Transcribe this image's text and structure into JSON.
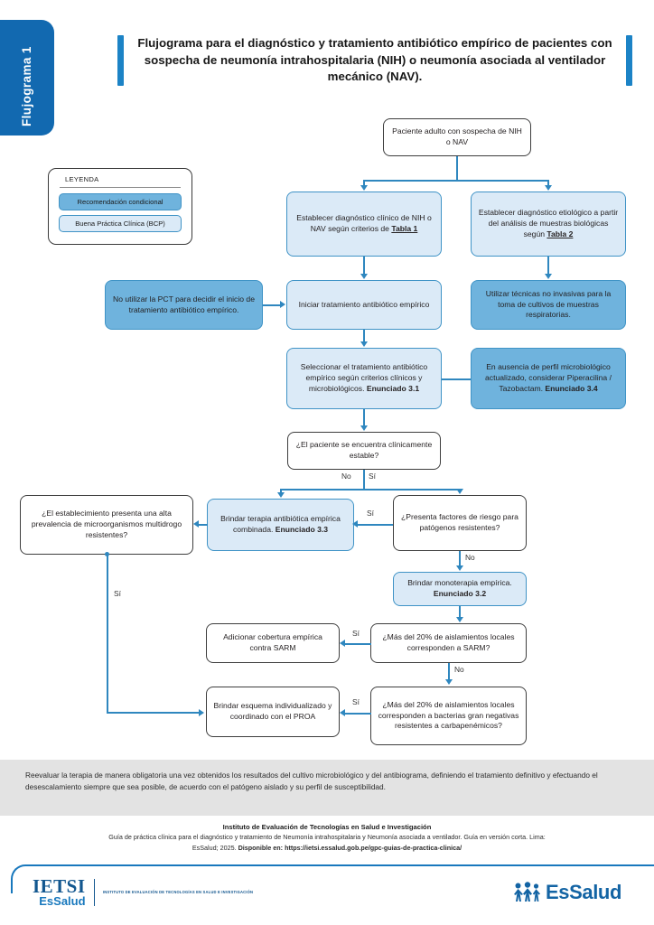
{
  "header": {
    "side_tab": "Flujograma 1",
    "title": "Flujograma para el diagnóstico y tratamiento antibiótico empírico de pacientes con sospecha de neumonía intrahospitalaria (NIH) o neumonía asociada al ventilador mecánico (NAV)."
  },
  "legend": {
    "title": "LEYENDA",
    "items": [
      {
        "label": "Recomendación condicional",
        "color": "#6fb3dd"
      },
      {
        "label": "Buena Práctica Clínica (BCP)",
        "color": "#dbeaf7"
      }
    ]
  },
  "flow": {
    "n01": "Paciente adulto con sospecha de NIH o NAV",
    "n02_a": "Establecer diagnóstico clínico de NIH o NAV según criterios de ",
    "n02_b": "Tabla 1",
    "n03_a": "Establecer diagnóstico etiológico a partir del análisis de muestras biológicas según ",
    "n03_b": "Tabla 2",
    "n04": "No utilizar la PCT para decidir el inicio de tratamiento antibiótico empírico.",
    "n05": "Iniciar tratamiento antibiótico empírico",
    "n06": "Utilizar técnicas no invasivas para la toma de cultivos de muestras respiratorias.",
    "n07_a": "Seleccionar el tratamiento antibiótico empírico según criterios clínicos y microbiológicos. ",
    "n07_b": "Enunciado 3.1",
    "n08_a": "En ausencia de perfil microbiológico actualizado, considerar Piperacilina / Tazobactam. ",
    "n08_b": "Enunciado 3.4",
    "n09": "¿El paciente se encuentra clínicamente estable?",
    "n10": "¿El establecimiento presenta una alta prevalencia de microorganismos multidrogo resistentes?",
    "n11_a": "Brindar terapia antibiótica empírica combinada. ",
    "n11_b": "Enunciado 3.3",
    "n12": "¿Presenta factores de riesgo para patógenos resistentes?",
    "n13_a": "Brindar monoterapia empírica. ",
    "n13_b": "Enunciado 3.2",
    "n14": "Adicionar cobertura empírica contra SARM",
    "n15": "¿Más del 20% de aislamientos locales corresponden a SARM?",
    "n16": "Brindar esquema individualizado y coordinado con el PROA",
    "n17": "¿Más del 20% de aislamientos locales corresponden a bacterias gran negativas resistentes a carbapenémicos?",
    "labels": {
      "no_1": "No",
      "si_1": "Sí",
      "si_2": "Sí",
      "no_2": "No",
      "si_3": "Sí",
      "si_4": "Sí",
      "no_3": "No",
      "si_5": "Sí"
    }
  },
  "note": "Reevaluar la terapia de manera obligatoria una vez obtenidos los resultados del cultivo microbiológico y del antibiograma, definiendo el tratamiento definitivo y efectuando el desescalamiento siempre que sea posible, de acuerdo con el patógeno aislado y su perfil de susceptibilidad.",
  "citation": {
    "institution": "Instituto de Evaluación de Tecnologías en Salud e Investigación",
    "line1": "Guía de práctica clínica para el diagnóstico y tratamiento de Neumonía intrahospitalaria y Neumonía asociada a ventilador. Guía en versión corta. Lima:",
    "line2_pre": "EsSalud; 2025. ",
    "line2_bold": "Disponible en: https://ietsi.essalud.gob.pe/gpc-guias-de-practica-clinica/"
  },
  "logos": {
    "ietsi_top": "IETSI",
    "ietsi_bottom": "EsSalud",
    "ietsi_sub": "INSTITUTO DE EVALUACIÓN DE TECNOLOGÍAS EN SALUD E INVESTIGACIÓN",
    "essalud": "EsSalud"
  },
  "colors": {
    "brand_blue": "#1269b0",
    "accent_blue": "#1c83c6",
    "connector": "#2f87bf",
    "box_light": "#dbeaf7",
    "box_conditional": "#6fb3dd",
    "note_band": "#e3e3e3"
  }
}
